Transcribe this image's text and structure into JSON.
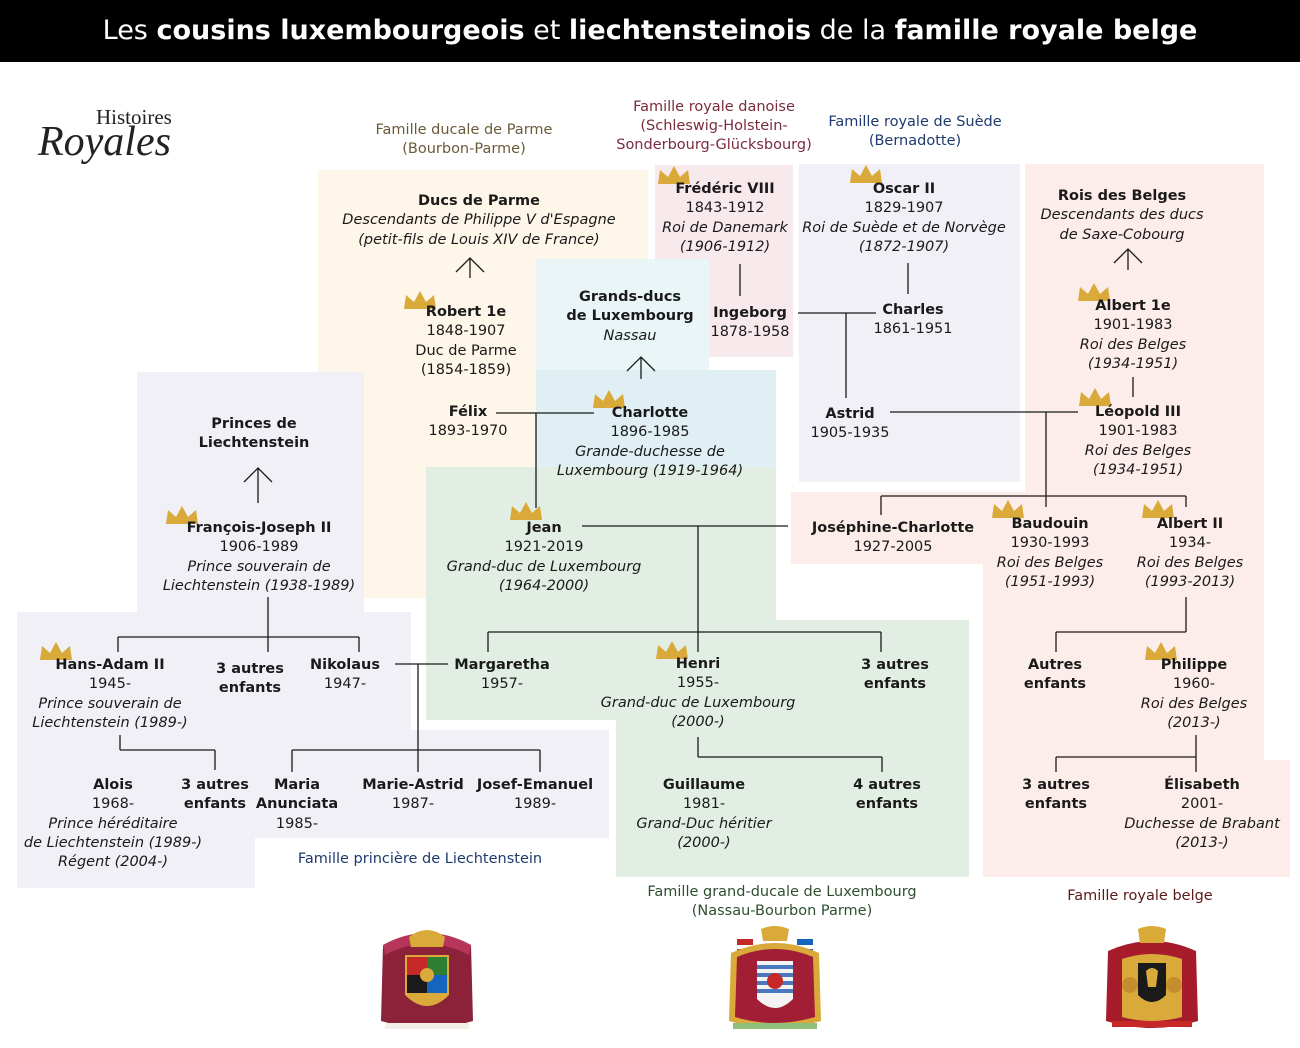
{
  "title": {
    "parts": [
      {
        "text": "Les ",
        "bold": false
      },
      {
        "text": "cousins luxembourgeois",
        "bold": true
      },
      {
        "text": " et ",
        "bold": false
      },
      {
        "text": "liechtensteinois",
        "bold": true
      },
      {
        "text": " de la ",
        "bold": false
      },
      {
        "text": "famille royale belge",
        "bold": true
      }
    ]
  },
  "logo": {
    "line1": "Histoires",
    "line2": "Royales"
  },
  "families": {
    "parme": {
      "line1": "Famille ducale de Parme",
      "line2": "(Bourbon-Parme)",
      "color": "#6b5a3a"
    },
    "danoise": {
      "line1": "Famille royale danoise",
      "line2": "(Schleswig-Holstein-",
      "line3": "Sonderbourg-Glücksbourg)",
      "color": "#7a2b3e"
    },
    "suede": {
      "line1": "Famille royale de Suède",
      "line2": "(Bernadotte)",
      "color": "#1e3a6e"
    },
    "liechtenstein": {
      "line1": "Famille princière de Liechtenstein",
      "color": "#1e3a6e"
    },
    "luxembourg": {
      "line1": "Famille grand-ducale de Luxembourg",
      "line2": "(Nassau-Bourbon Parme)",
      "color": "#2f4f2f"
    },
    "belge": {
      "line1": "Famille royale belge",
      "color": "#5a1a1a"
    }
  },
  "people": {
    "ducs_parme": {
      "name": "Ducs de Parme",
      "role1": "Descendants de Philippe V d'Espagne",
      "role2": "(petit-fils de Louis XIV de France)"
    },
    "robert": {
      "name": "Robert 1e",
      "dates": "1848-1907",
      "desc": "Duc de Parme",
      "years": "(1854-1859)"
    },
    "felix": {
      "name": "Félix",
      "dates": "1893-1970"
    },
    "grands_ducs": {
      "name1": "Grands-ducs",
      "name2": "de Luxembourg",
      "role": "Nassau"
    },
    "charlotte": {
      "name": "Charlotte",
      "dates": "1896-1985",
      "role1": "Grande-duchesse de",
      "role2": "Luxembourg (1919-1964)"
    },
    "frederic": {
      "name": "Frédéric VIII",
      "dates": "1843-1912",
      "role1": "Roi de Danemark",
      "role2": "(1906-1912)"
    },
    "ingeborg": {
      "name": "Ingeborg",
      "dates": "1878-1958"
    },
    "oscar": {
      "name": "Oscar II",
      "dates": "1829-1907",
      "role1": "Roi de Suède et de Norvège",
      "role2": "(1872-1907)"
    },
    "charles": {
      "name": "Charles",
      "dates": "1861-1951"
    },
    "astrid": {
      "name": "Astrid",
      "dates": "1905-1935"
    },
    "rois_belges": {
      "name": "Rois des Belges",
      "role1": "Descendants des ducs",
      "role2": "de Saxe-Cobourg"
    },
    "albert1": {
      "name": "Albert 1e",
      "dates": "1901-1983",
      "role1": "Roi des Belges",
      "role2": "(1934-1951)"
    },
    "leopold": {
      "name": "Léopold III",
      "dates": "1901-1983",
      "role1": "Roi des Belges",
      "role2": "(1934-1951)"
    },
    "princes_liech": {
      "name1": "Princes de",
      "name2": "Liechtenstein"
    },
    "francois": {
      "name": "François-Joseph II",
      "dates": "1906-1989",
      "role1": "Prince souverain de",
      "role2": "Liechtenstein (1938-1989)"
    },
    "jean": {
      "name": "Jean",
      "dates": "1921-2019",
      "role1": "Grand-duc de Luxembourg",
      "role2": "(1964-2000)"
    },
    "josephine": {
      "name": "Joséphine-Charlotte",
      "dates": "1927-2005"
    },
    "baudouin": {
      "name": "Baudouin",
      "dates": "1930-1993",
      "role1": "Roi des Belges",
      "role2": "(1951-1993)"
    },
    "albert2": {
      "name": "Albert II",
      "dates": "1934-",
      "role1": "Roi des Belges",
      "role2": "(1993-2013)"
    },
    "hansadam": {
      "name": "Hans-Adam II",
      "dates": "1945-",
      "role1": "Prince souverain de",
      "role2": "Liechtenstein (1989-)"
    },
    "autres_liech": {
      "name1": "3 autres",
      "name2": "enfants"
    },
    "nikolaus": {
      "name": "Nikolaus",
      "dates": "1947-"
    },
    "margaretha": {
      "name": "Margaretha",
      "dates": "1957-"
    },
    "henri": {
      "name": "Henri",
      "dates": "1955-",
      "role1": "Grand-duc de Luxembourg",
      "role2": "(2000-)"
    },
    "autres_lux": {
      "name1": "3 autres",
      "name2": "enfants"
    },
    "autres_belg": {
      "name1": "Autres",
      "name2": "enfants"
    },
    "philippe": {
      "name": "Philippe",
      "dates": "1960-",
      "role1": "Roi des Belges",
      "role2": "(2013-)"
    },
    "alois": {
      "name": "Alois",
      "dates": "1968-",
      "role1": "Prince héréditaire",
      "role2": "de Liechtenstein (1989-)",
      "role3": "Régent (2004-)"
    },
    "autres_alois": {
      "name1": "3 autres",
      "name2": "enfants"
    },
    "maria": {
      "name1": "Maria",
      "name2": "Anunciata",
      "dates": "1985-"
    },
    "marieastrid": {
      "name": "Marie-Astrid",
      "dates": "1987-"
    },
    "josef": {
      "name": "Josef-Emanuel",
      "dates": "1989-"
    },
    "guillaume": {
      "name": "Guillaume",
      "dates": "1981-",
      "role1": "Grand-Duc héritier",
      "role2": "(2000-)"
    },
    "autres_guill": {
      "name1": "4 autres",
      "name2": "enfants"
    },
    "autres_phil": {
      "name1": "3 autres",
      "name2": "enfants"
    },
    "elisabeth": {
      "name": "Élisabeth",
      "dates": "2001-",
      "role1": "Duchesse de Brabant",
      "role2": "(2013-)"
    }
  },
  "colors": {
    "parme_bg": "#fdf6e9",
    "denmark_bg": "#f8e9ec",
    "sweden_bg": "#f1f0f6",
    "nassau_bg": "#e6f3f5",
    "luxembourg_bg": "#e2eee3",
    "liechtenstein_bg": "#f0f0f6",
    "belgium_bg": "#fcecea",
    "crown": "#d9a93a"
  }
}
